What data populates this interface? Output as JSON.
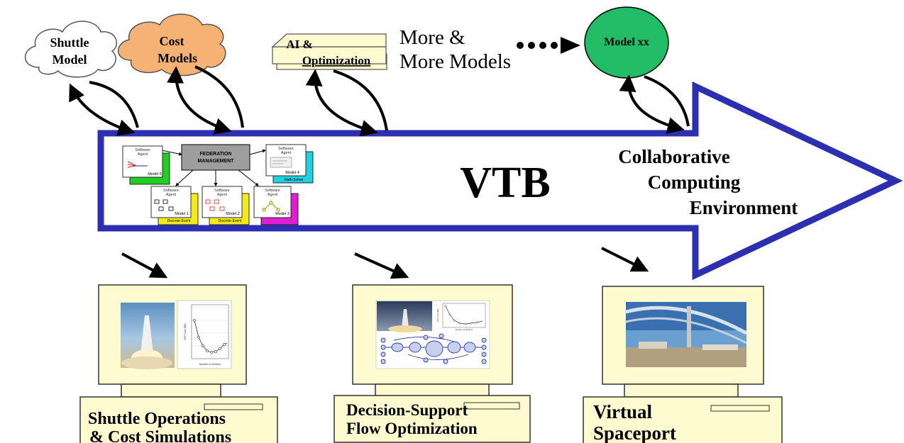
{
  "models": {
    "shuttle": {
      "line1": "Shuttle",
      "line2": "Model"
    },
    "cost": {
      "line1": "Cost",
      "line2": "Models"
    },
    "ai": {
      "line1": "AI &",
      "line2": "Optimization"
    },
    "more": {
      "line1": "More &",
      "line2": "More Models"
    },
    "model_xx": "Model xx"
  },
  "arrow": {
    "vtb": "VTB",
    "subtitle": {
      "line1": "Collaborative",
      "line2": "Computing",
      "line3": "Environment"
    },
    "colors": {
      "arrow_border": "#2b2fb0"
    }
  },
  "federation": {
    "title_line1": "FEDERATION",
    "title_line2": "MANAGEMENT",
    "agent_label_line1": "Software",
    "agent_label_line2": "Agent",
    "agents": [
      {
        "model": "Model 5",
        "color": "#22cc22"
      },
      {
        "model": "Model 4",
        "color": "#22d0e0"
      },
      {
        "model": "Model 1",
        "color": "#f2ea1c"
      },
      {
        "model": "Model 2",
        "color": "#f2ea1c"
      },
      {
        "model": "Model 3",
        "color": "#e020d0"
      }
    ],
    "model4_tag": "Math-Solver",
    "model1_tag": "Discrete-Event",
    "model2_tag": "Discrete-Event"
  },
  "computers": [
    {
      "line1": "Shuttle Operations",
      "line2": "& Cost Simulations"
    },
    {
      "line1": "Decision-Support",
      "line2": "Flow Optimization"
    },
    {
      "line1": "Virtual",
      "line2": "Spaceport"
    }
  ],
  "chart1": {
    "ylabel": "OPF Cost ($M)",
    "xlabel": "Number of Workers"
  },
  "chart2": {
    "ylabel": "OPF Cost ($M)",
    "xlabel": "Number of Workers"
  },
  "colors": {
    "monitor": "#fffbd0",
    "cost_cloud": "#f6b274",
    "model_xx": "#22bb66"
  }
}
